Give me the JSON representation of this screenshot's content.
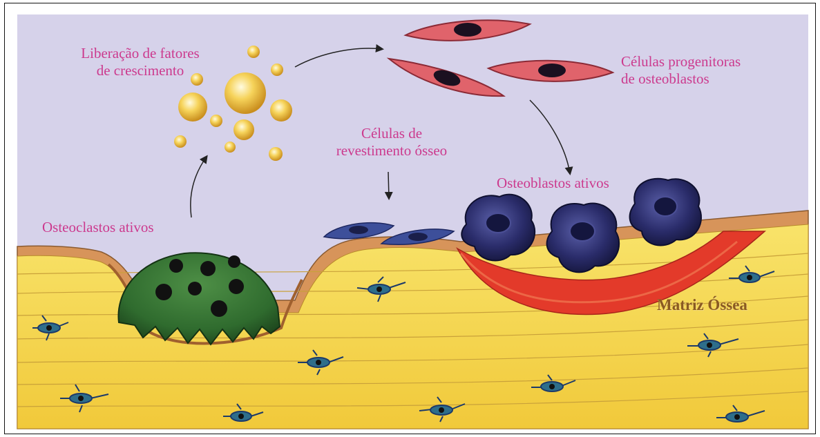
{
  "labels": {
    "growth_factors_line1": "Liberação de fatores",
    "growth_factors_line2": "de crescimento",
    "progenitor_line1": "Células progenitoras",
    "progenitor_line2": "de osteoblastos",
    "lining_line1": "Células de",
    "lining_line2": "revestimento ósseo",
    "osteoblasts": "Osteoblastos ativos",
    "osteoclasts": "Osteoclastos ativos",
    "matrix": "Matriz Óssea"
  },
  "colors": {
    "background": "#d6d2ea",
    "bone_matrix": "#f5d94a",
    "bone_surface": "#d7945a",
    "osteoclast": "#2f6b2e",
    "osteoblast": "#2a2c6a",
    "progenitor_cell": "#e0636b",
    "lining_cell": "#3d4f9a",
    "growth_factor": "#f2c94c",
    "osteoid": "#e33a2a",
    "label_text": "#cc3a8e"
  }
}
